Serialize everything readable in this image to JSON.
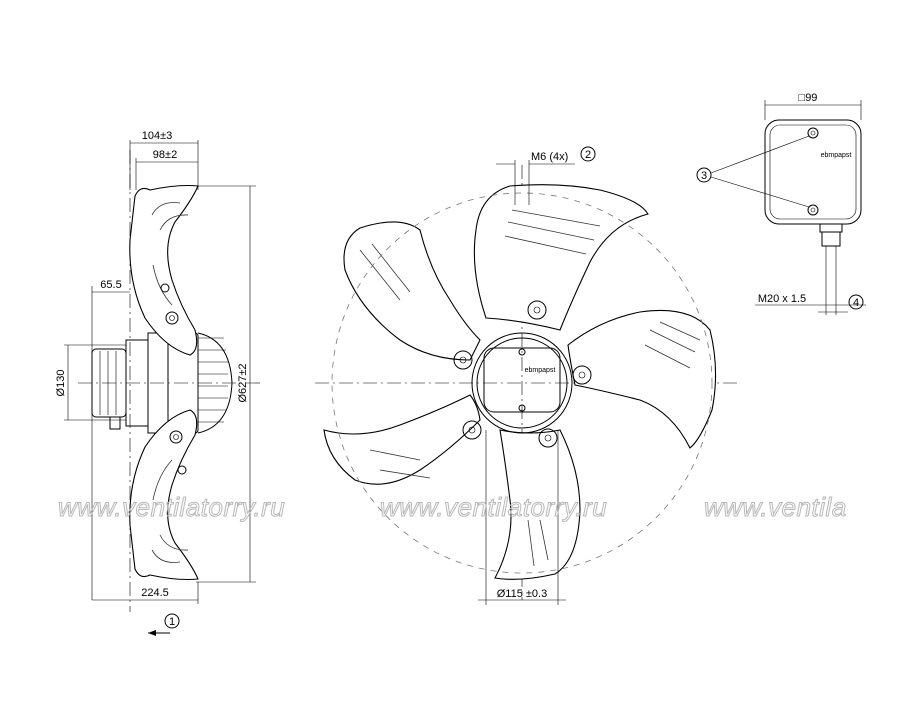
{
  "dimensions": {
    "depth_total": "104±3",
    "depth_hub": "98±2",
    "offset": "65.5",
    "motor_diameter": "Ø130",
    "fan_diameter": "Ø627±2",
    "overall_length": "224.5",
    "bolt_circle": "Ø115 ±0.3",
    "thread_mount": "M6 (4x)",
    "box_size": "□99",
    "cable_gland": "M20 x 1.5"
  },
  "callouts": {
    "c1": "1",
    "c2": "2",
    "c3": "3",
    "c4": "4"
  },
  "brand_mark": "ebmpapst",
  "watermark": {
    "text1": "www.ventilatorry.ru",
    "text2": "www.ventilatorry.ru",
    "text3": "www.ventila"
  }
}
